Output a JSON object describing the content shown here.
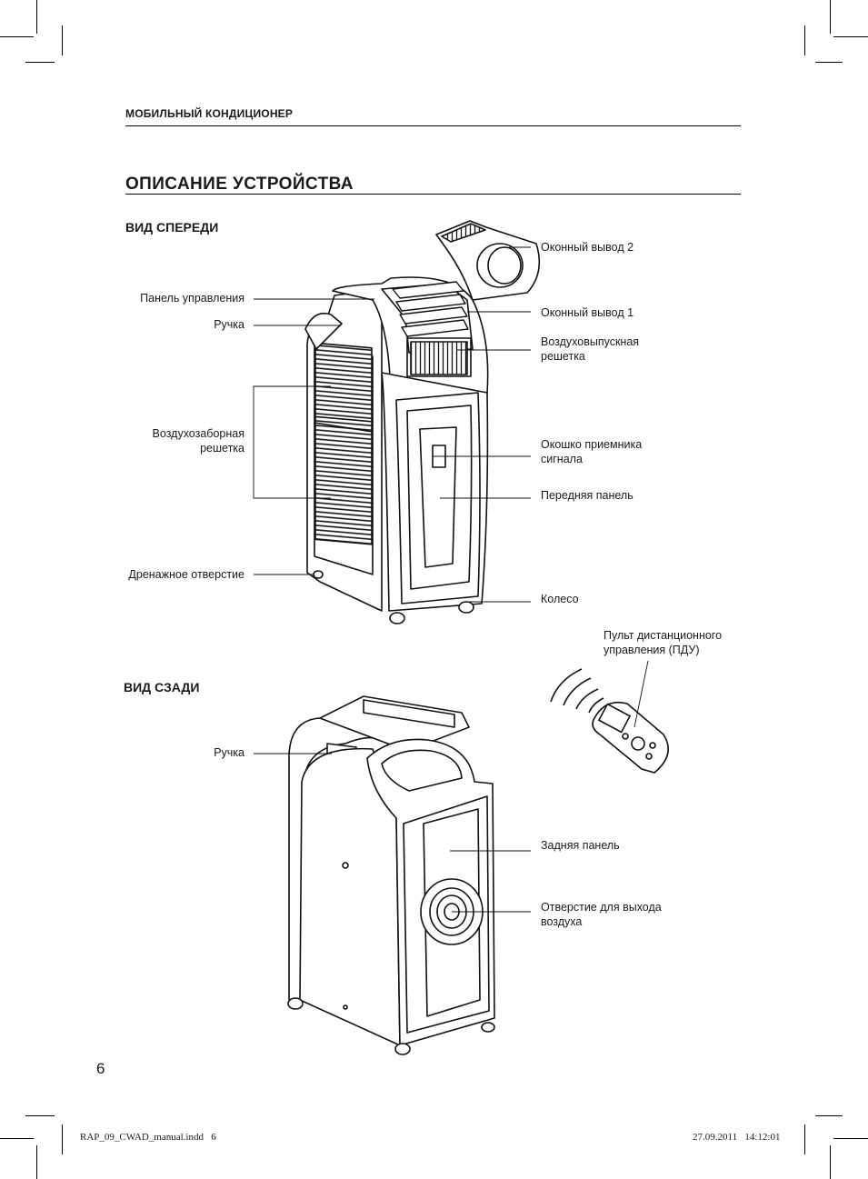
{
  "header": {
    "running_title": "МОБИЛЬНЫЙ КОНДИЦИОНЕР"
  },
  "section": {
    "title": "ОПИСАНИЕ УСТРОЙСТВА"
  },
  "front_view": {
    "heading": "ВИД СПЕРЕДИ",
    "labels": {
      "window_outlet_2": "Оконный вывод 2",
      "control_panel": "Панель управления",
      "handle": "Ручка",
      "window_outlet_1": "Оконный вывод 1",
      "air_outlet_grille": "Воздуховыпускная\nрешетка",
      "air_intake_grille": "Воздухозаборная\nрешетка",
      "signal_receiver": "Окошко приемника\nсигнала",
      "front_panel": "Передняя панель",
      "drain_hole": "Дренажное отверстие",
      "wheel": "Колесо",
      "remote_control": "Пульт дистанционного\nуправления (ПДУ)"
    }
  },
  "rear_view": {
    "heading": "ВИД СЗАДИ",
    "labels": {
      "handle": "Ручка",
      "rear_panel": "Задняя панель",
      "air_exhaust_hole": "Отверстие для выхода\nвоздуха"
    }
  },
  "footer": {
    "page_number": "6",
    "file_info": "RAP_09_CWAD_manual.indd   6",
    "timestamp": "27.09.2011   14:12:01"
  }
}
